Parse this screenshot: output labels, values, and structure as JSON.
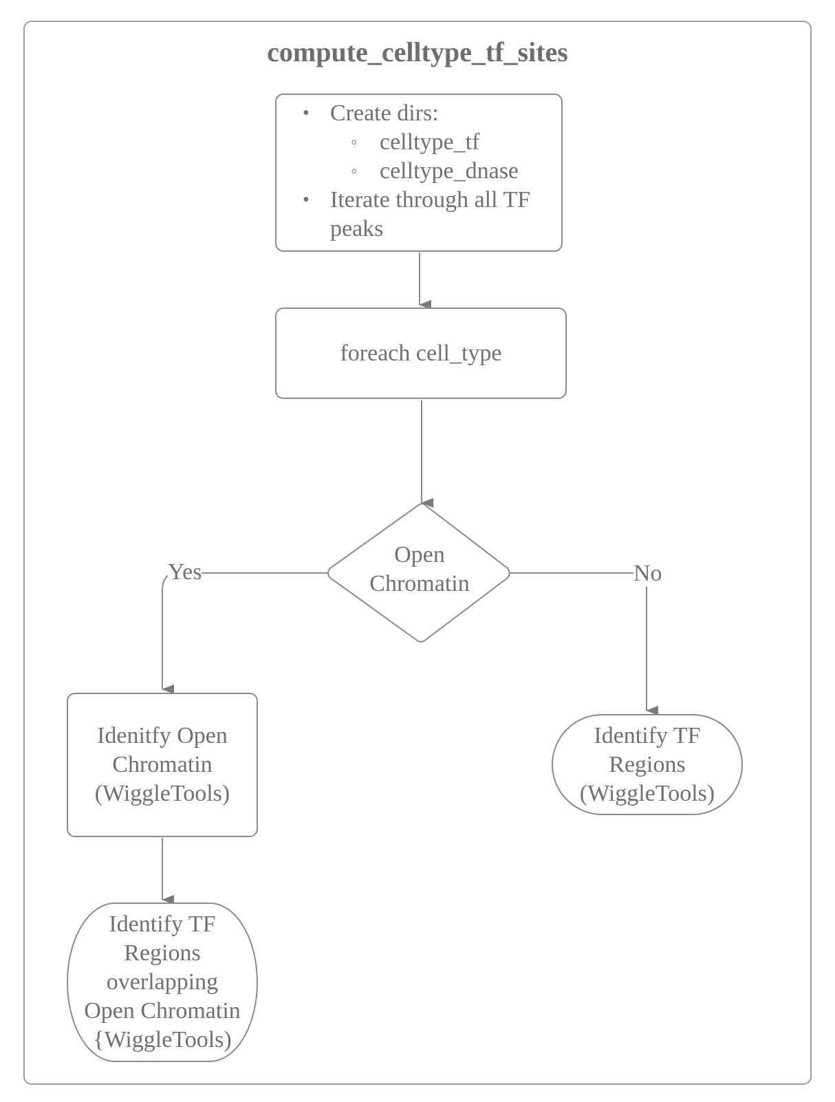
{
  "title": "compute_celltype_tf_sites",
  "setup": {
    "items": [
      {
        "level": 1,
        "text": "Create dirs:"
      },
      {
        "level": 2,
        "text": "celltype_tf"
      },
      {
        "level": 2,
        "text": "celltype_dnase"
      },
      {
        "level": 1,
        "text": "Iterate through all TF"
      },
      {
        "level": 0,
        "text": "peaks"
      }
    ]
  },
  "loop": {
    "label": "foreach cell_type"
  },
  "decision": {
    "line1": "Open",
    "line2": "Chromatin"
  },
  "edges": {
    "yes": "Yes",
    "no": "No"
  },
  "open_chromatin": {
    "line1": "Idenitfy Open",
    "line2": "Chromatin",
    "line3": "(WiggleTools)"
  },
  "tf_regions": {
    "line1": "Identify TF",
    "line2": "Regions",
    "line3": "(WiggleTools)"
  },
  "tf_overlap": {
    "line1": "Identify TF",
    "line2": "Regions",
    "line3": "overlapping",
    "line4": "Open Chromatin",
    "line5": "{WiggleTools)"
  },
  "colors": {
    "stroke": "#8a8a8a",
    "text": "#707070",
    "frame": "#9a9a9a"
  }
}
